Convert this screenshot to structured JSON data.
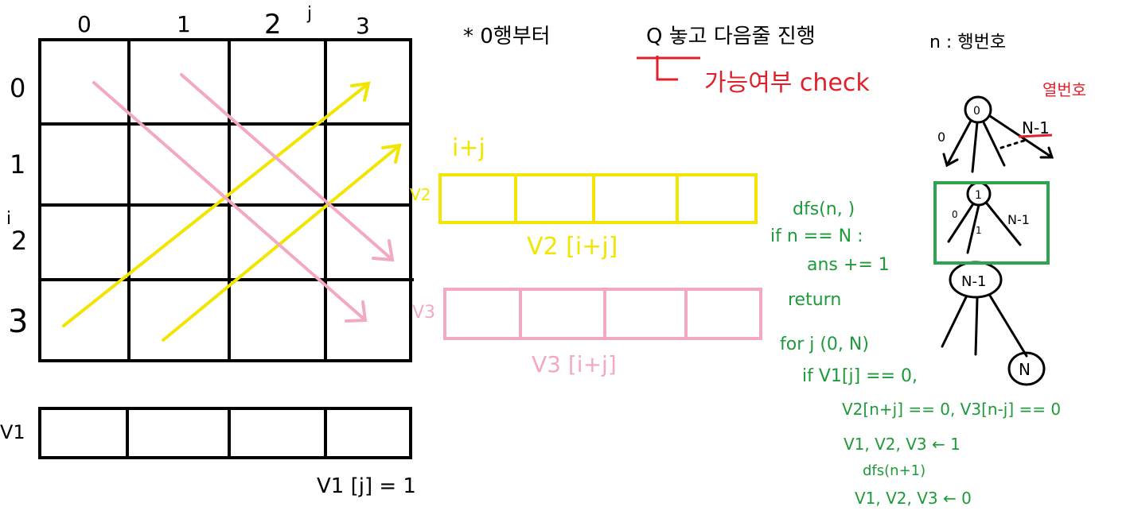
{
  "colors": {
    "ink": "#000000",
    "red": "#e0202a",
    "green": "#1f9a3a",
    "yellow": "#f2e600",
    "pink": "#f3a8c3",
    "green_box": "#2ea44f"
  },
  "board": {
    "col_labels": [
      "0",
      "1",
      "2",
      "3"
    ],
    "row_labels": [
      "0",
      "1",
      "2",
      "3"
    ],
    "j_label": "j",
    "i_label": "i"
  },
  "v1": {
    "name": "V1",
    "formula": "V1 [j] = 1"
  },
  "v2": {
    "name": "V2",
    "index_hint": "i+j",
    "formula": "V2 [i+j]"
  },
  "v3": {
    "name": "V3",
    "formula": "V3 [i+j]"
  },
  "notes": {
    "top_note": "* 0행부터",
    "queen_note": "Q 놓고 다음줄 진행",
    "check_note": "가능여부 check",
    "row_number_note": "n : 행번호",
    "col_number_note": "열번호"
  },
  "tree": {
    "root": "0",
    "left_edge": "0",
    "right_edge": "N-1",
    "mid_node": "1",
    "mid_left_edge": "0",
    "mid_mid_edge": "1",
    "mid_right_edge": "N-1",
    "lower_node": "N-1",
    "leaf_node": "N"
  },
  "code": [
    "dfs(n,    )",
    "if n == N :",
    "  ans += 1",
    "  return",
    "for j (0, N)",
    "  if V1[j] == 0,",
    "  V2[n+j] == 0, V3[n-j] == 0",
    "    V1, V2, V3 ← 1",
    "    dfs(n+1)",
    "    V1, V2, V3 ← 0"
  ]
}
